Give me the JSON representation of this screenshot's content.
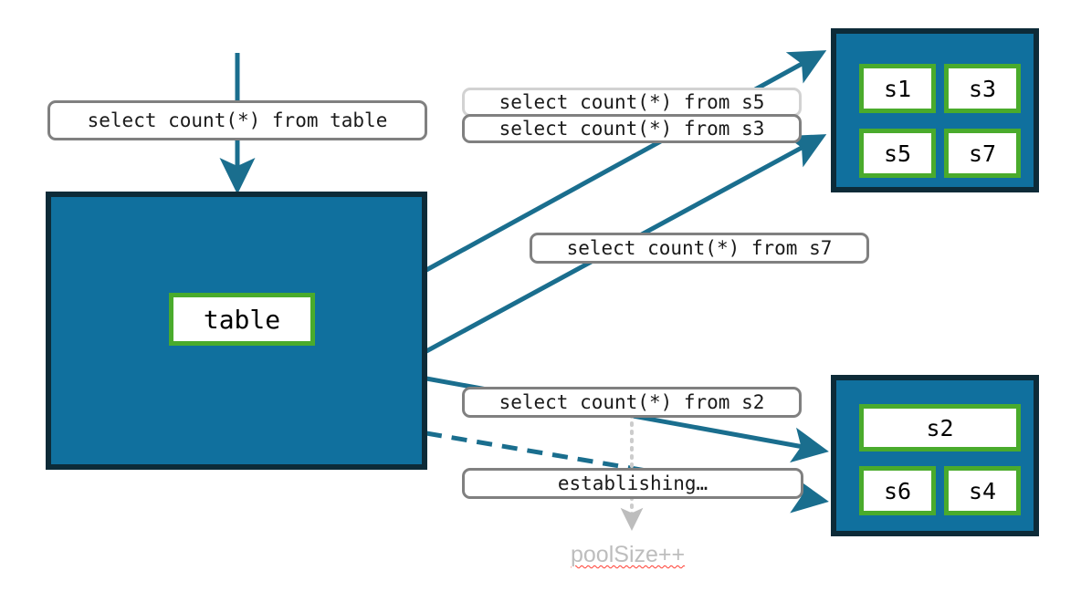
{
  "diagram": {
    "title": "connection-pool-query-routing",
    "colors": {
      "panel_fill": "#10709e",
      "panel_border": "#0d2b38",
      "node_border": "#4aab2c",
      "node_fill": "#ffffff",
      "arrow": "#1a6e8e",
      "callout_border": "#808080",
      "callout_border_light": "#d2d2d2",
      "dotted_guide": "#cccccc",
      "pool_label_text": "#bdbdbd",
      "spellcheck_underline": "#ff3b30",
      "background": "#ffffff"
    }
  },
  "source": {
    "query_label": "select count(*) from table",
    "panel_label": "table-panel",
    "node_label": "table"
  },
  "callouts": [
    {
      "id": "s5",
      "label": "select count(*) from s5",
      "style": "light"
    },
    {
      "id": "s3",
      "label": "select count(*) from s3",
      "style": "dark"
    },
    {
      "id": "s7",
      "label": "select count(*) from s7",
      "style": "dark"
    },
    {
      "id": "s2",
      "label": "select count(*) from s2",
      "style": "dark"
    },
    {
      "id": "establishing",
      "label": "establishing…",
      "style": "dark"
    }
  ],
  "pools": {
    "upper": {
      "name": "upper-pool",
      "nodes": [
        {
          "label": "s1"
        },
        {
          "label": "s3"
        },
        {
          "label": "s5"
        },
        {
          "label": "s7"
        }
      ]
    },
    "lower": {
      "name": "lower-pool",
      "nodes": [
        {
          "label": "s2"
        },
        {
          "label": "s6"
        },
        {
          "label": "s4"
        }
      ]
    }
  },
  "annotation": {
    "pool_size_label": "poolSize++"
  }
}
